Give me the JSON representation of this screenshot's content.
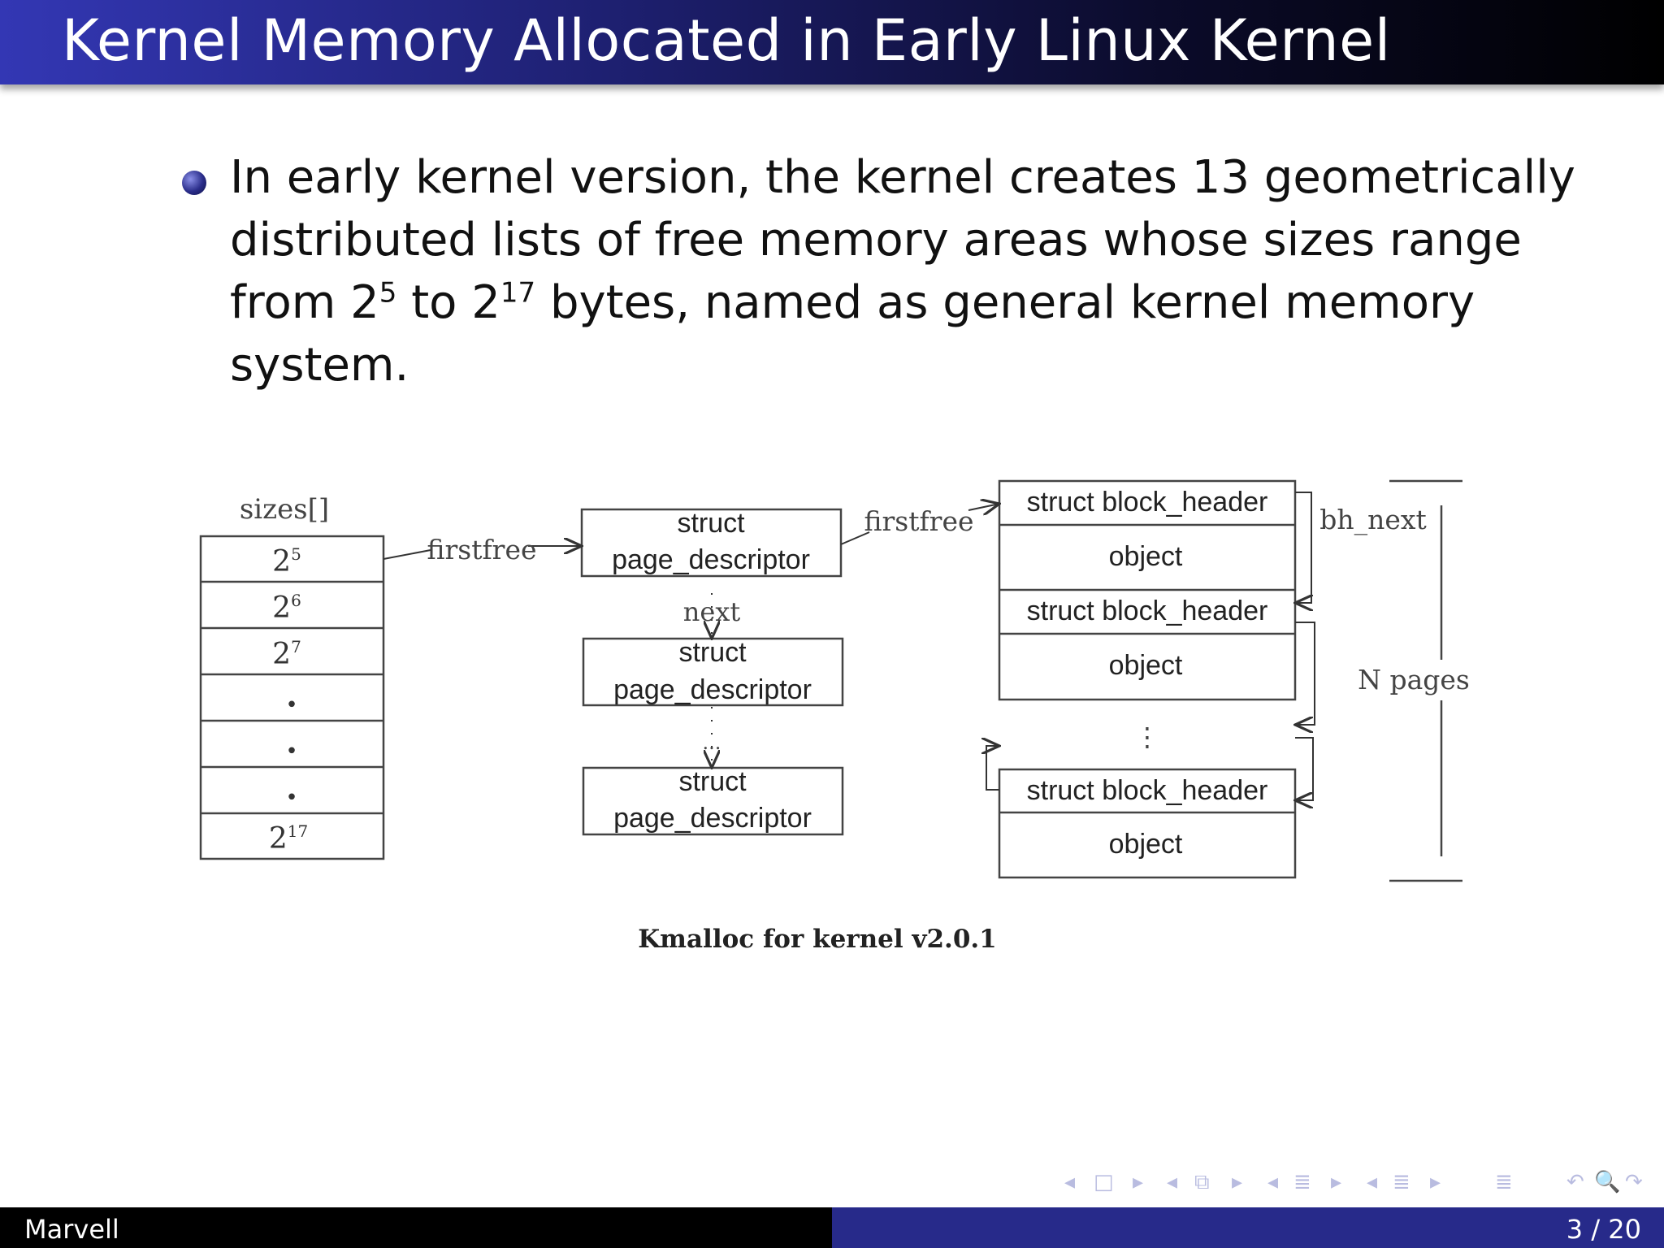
{
  "slide": {
    "title": "Kernel Memory Allocated in Early Linux Kernel",
    "bullet": {
      "part1": "In early kernel version, the kernel creates 13 geometrically distributed lists of free memory areas whose sizes range from ",
      "base1": "2",
      "exp1": "5",
      "part2": " to ",
      "base2": "2",
      "exp2": "17",
      "part3": " bytes, named as general kernel memory system."
    }
  },
  "diagram": {
    "sizes_label": "sizes[]",
    "sizes": [
      {
        "base": "2",
        "exp": "5"
      },
      {
        "base": "2",
        "exp": "6"
      },
      {
        "base": "2",
        "exp": "7"
      },
      {
        "base": "•",
        "exp": ""
      },
      {
        "base": "•",
        "exp": ""
      },
      {
        "base": "•",
        "exp": ""
      },
      {
        "base": "2",
        "exp": "17"
      }
    ],
    "firstfree_1": "firstfree",
    "firstfree_2": "firstfree",
    "page_descriptor_line1": "struct",
    "page_descriptor_line2": "page_descriptor",
    "next_label": "next",
    "ellipsis_mid": "...",
    "block_header": "struct block_header",
    "object": "object",
    "bh_next": "bh_next",
    "vdots": "⋮",
    "n_pages": "N pages",
    "caption": "Kmalloc for kernel v2.0.1"
  },
  "footer": {
    "author": "Marvell",
    "page": "3 / 20"
  },
  "nav": {
    "icons": [
      "◂",
      "□",
      "▸",
      "◂",
      "⧉",
      "▸",
      "◂",
      "≣",
      "▸",
      "◂",
      "≣",
      "▸",
      "≣",
      "↶",
      "🔍",
      "↷"
    ]
  }
}
